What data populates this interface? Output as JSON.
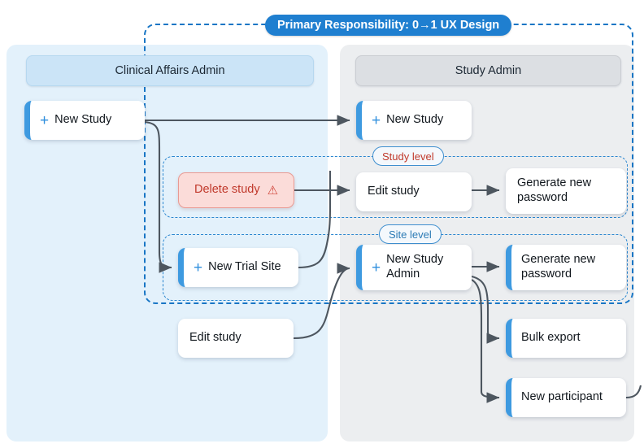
{
  "diagram": {
    "title_badge": "Primary Responsibility: 0→1 UX Design",
    "group_labels": {
      "study_level": "Study level",
      "site_level": "Site level"
    },
    "lanes": [
      {
        "id": "clinical-affairs-admin",
        "header": "Clinical Affairs Admin",
        "color": "#e3f1fb"
      },
      {
        "id": "study-admin",
        "header": "Study Admin",
        "color": "#eceef0"
      }
    ],
    "cards": {
      "new_study_left": {
        "label": "New Study",
        "plus": "+"
      },
      "new_study_right": {
        "label": "New Study",
        "plus": "+"
      },
      "delete_study": {
        "label": "Delete study",
        "warning": "⚠"
      },
      "edit_study_top": {
        "label": "Edit study"
      },
      "generate_password_study": {
        "label": "Generate new password"
      },
      "new_trial_site": {
        "label": "New Trial Site",
        "plus": "+"
      },
      "new_study_admin": {
        "label": "New Study Admin",
        "plus": "+"
      },
      "generate_password_site": {
        "label": "Generate new password"
      },
      "edit_study_bottom": {
        "label": "Edit study"
      },
      "bulk_export": {
        "label": "Bulk export"
      },
      "new_participant": {
        "label": "New participant"
      }
    },
    "colors": {
      "accent_blue": "#3e9ae0",
      "badge_blue": "#1f7fd0",
      "danger_red": "#c0392b",
      "danger_bg": "#fbdcd9",
      "lane_left_bg": "#e3f1fb",
      "lane_right_bg": "#eceef0",
      "connector": "#4d565f"
    }
  }
}
